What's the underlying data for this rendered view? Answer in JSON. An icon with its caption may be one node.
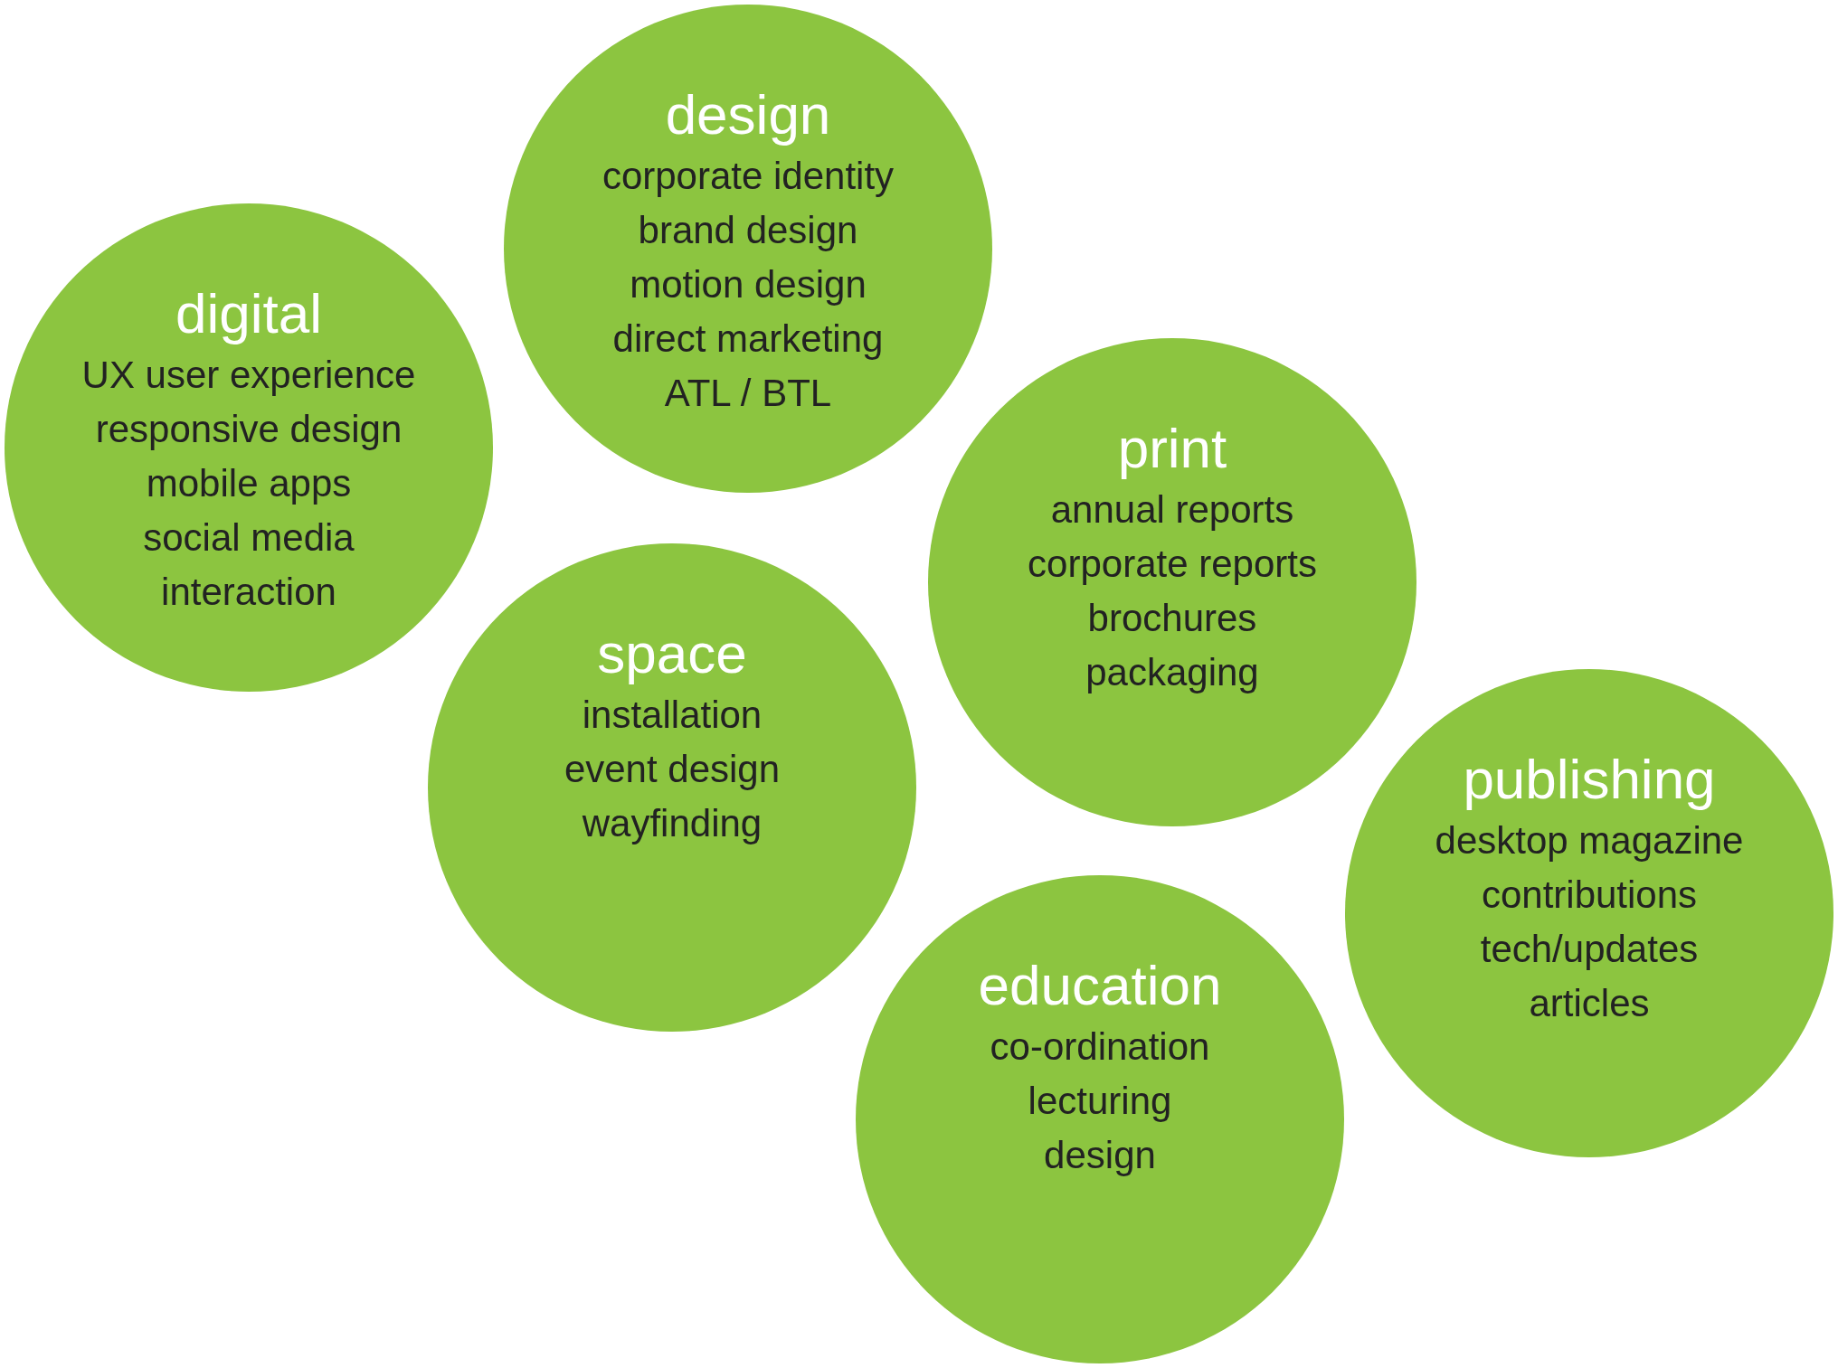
{
  "diagram": {
    "nodes": [
      {
        "text": [
          "design",
          "corporate identity",
          "brand design",
          "motion design",
          "direct marketing",
          "ATL / BTL"
        ]
      },
      {
        "text": [
          "digital",
          "UX user experience",
          "responsive design",
          "mobile apps",
          "social media",
          "interaction"
        ]
      },
      {
        "text": [
          "print",
          "annual reports",
          "corporate reports",
          "brochures",
          "packaging"
        ]
      },
      {
        "text": [
          "space",
          "installation",
          "event design",
          "wayfinding"
        ]
      },
      {
        "text": [
          "publishing",
          "desktop magazine",
          "contributions",
          "tech/updates",
          "articles"
        ]
      },
      {
        "text": [
          "education",
          "co-ordination",
          "lecturing",
          "design"
        ]
      }
    ]
  }
}
